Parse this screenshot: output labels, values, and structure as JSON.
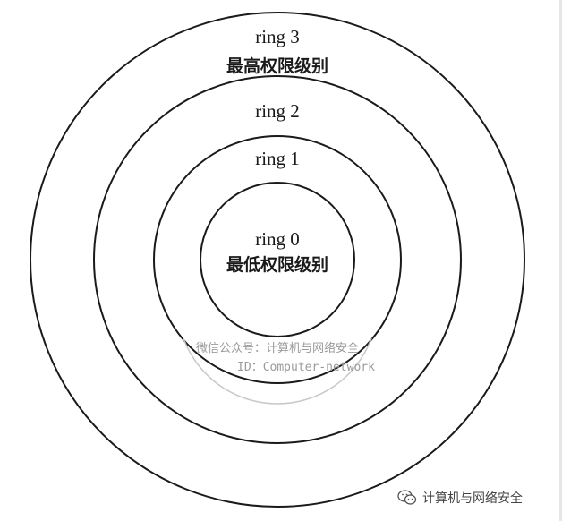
{
  "rings": [
    {
      "id": "ring3",
      "label": "ring 3",
      "desc": "最高权限级别"
    },
    {
      "id": "ring2",
      "label": "ring 2",
      "desc": ""
    },
    {
      "id": "ring1",
      "label": "ring 1",
      "desc": ""
    },
    {
      "id": "ring0",
      "label": "ring 0",
      "desc": "最低权限级别"
    }
  ],
  "watermark": {
    "line1": "微信公众号：计算机与网络安全",
    "line2": "ID：Computer-network"
  },
  "footer": {
    "icon": "wechat-icon",
    "text": "计算机与网络安全"
  },
  "colors": {
    "stroke": "#1a1a1a",
    "watermark": "#9a9a9a",
    "background": "#ffffff"
  }
}
